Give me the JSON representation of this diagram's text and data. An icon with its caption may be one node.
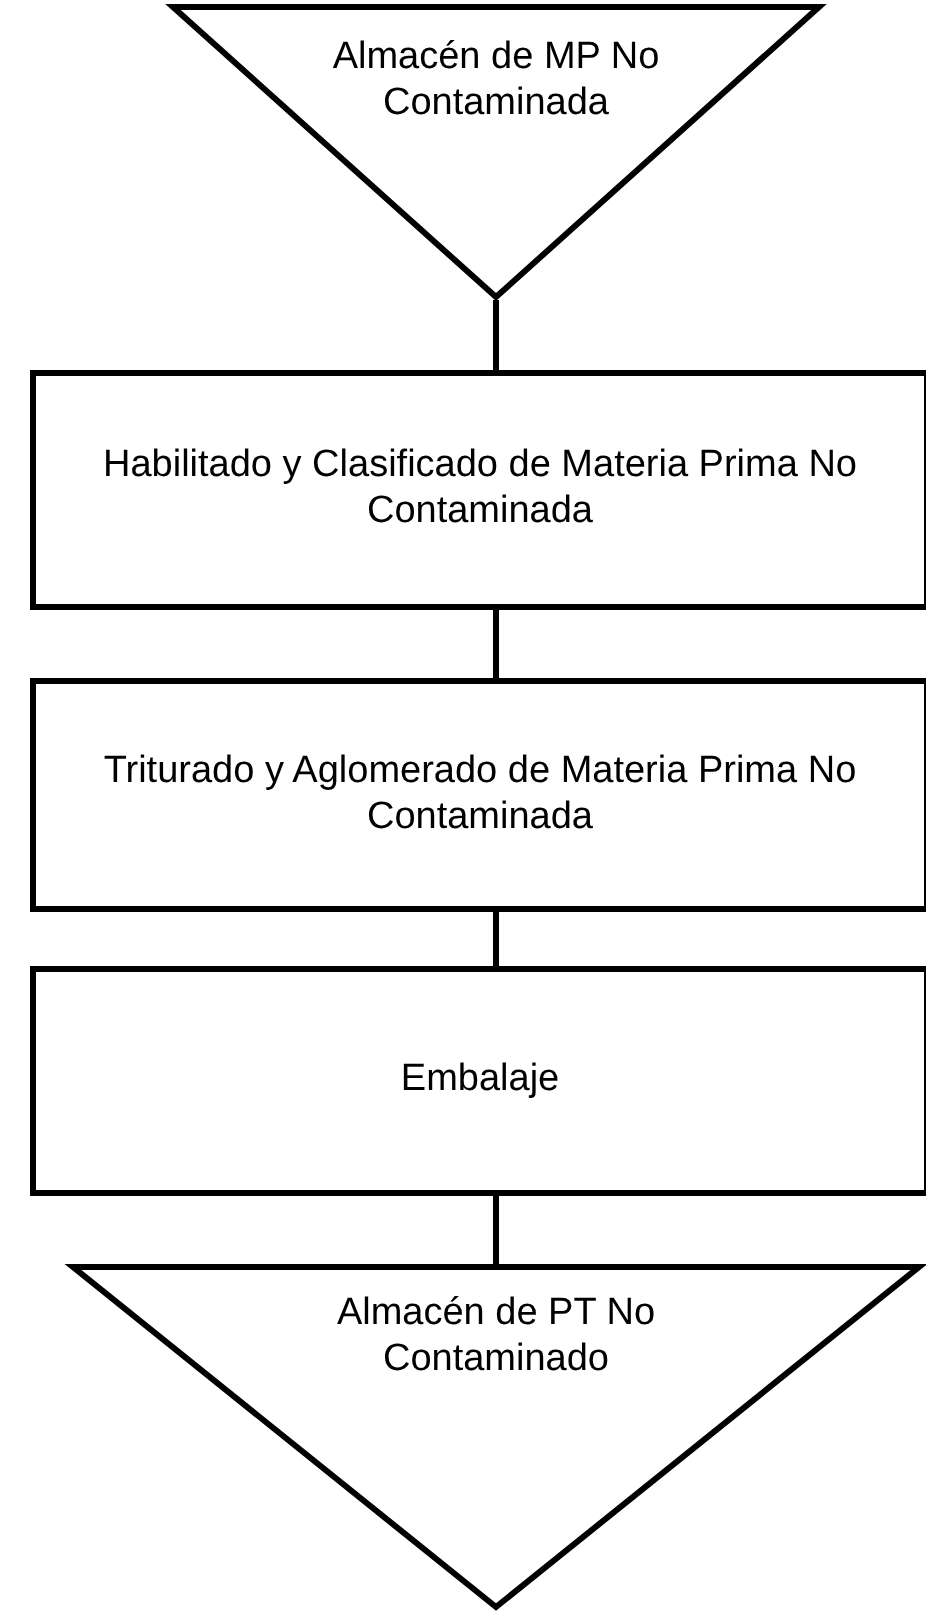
{
  "diagram": {
    "nodes": [
      {
        "text": [
          "Almacén de MP No Contaminada"
        ]
      },
      {
        "text": [
          "Habilitado y Clasificado de Materia Prima No Contaminada"
        ]
      },
      {
        "text": [
          "Triturado y Aglomerado de Materia Prima No Contaminada"
        ]
      },
      {
        "text": [
          "Embalaje"
        ]
      },
      {
        "text": [
          "Almacén de PT No Contaminado"
        ]
      }
    ],
    "edges": [
      {
        "from": 0,
        "to": 1,
        "arrow": "none"
      },
      {
        "from": 1,
        "to": 2,
        "arrow": "none"
      },
      {
        "from": 2,
        "to": 3,
        "arrow": "none"
      },
      {
        "from": 3,
        "to": 4,
        "arrow": "none"
      }
    ]
  }
}
